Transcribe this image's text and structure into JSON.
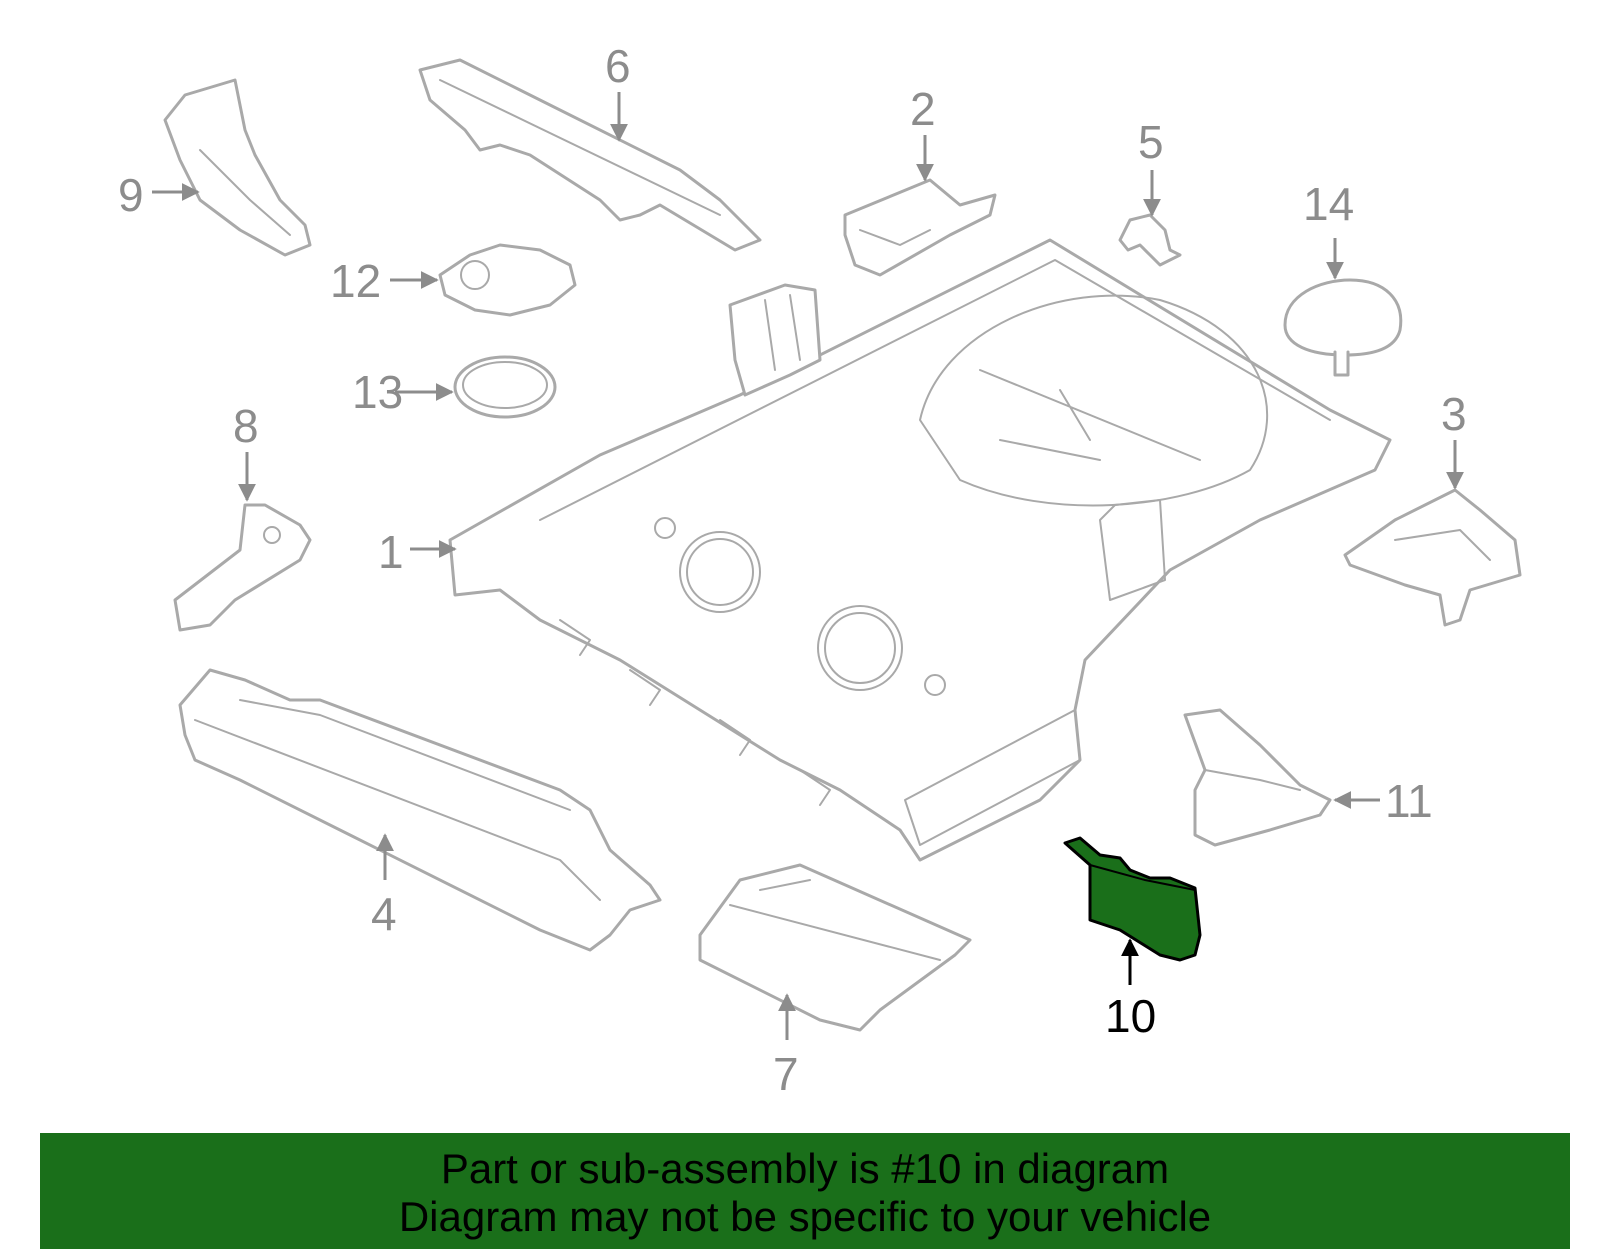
{
  "diagram": {
    "highlight_color": "#1a6f1a",
    "line_color": "#a9a9a9",
    "highlighted_part": "10",
    "callouts": [
      "1",
      "2",
      "3",
      "4",
      "5",
      "6",
      "7",
      "8",
      "9",
      "10",
      "11",
      "12",
      "13",
      "14"
    ]
  },
  "banner": {
    "line1": "Part or sub-assembly is #10 in diagram",
    "line2": "Diagram may not be specific to your vehicle"
  }
}
